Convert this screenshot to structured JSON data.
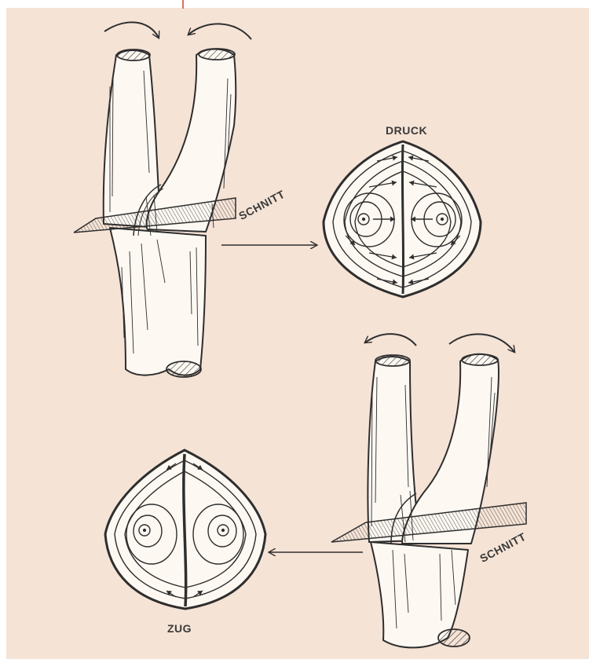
{
  "colors": {
    "background": "#f5e3d6",
    "ink": "#2e2e2e",
    "accent_line": "#c8452a",
    "page_margin": "#ffffff"
  },
  "labels": {
    "druck": "DRUCK",
    "zug": "ZUG",
    "schnitt_top": "SCHNITT",
    "schnitt_bottom": "SCHNITT"
  }
}
